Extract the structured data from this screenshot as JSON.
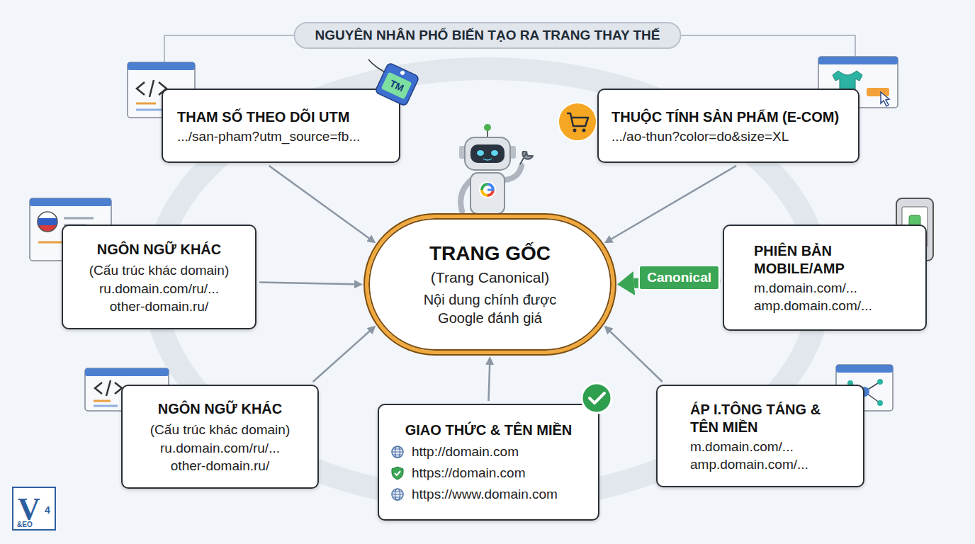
{
  "diagram": {
    "title": "NGUYÊN NHÂN PHỔ BIẾN TẠO RA TRANG THAY THẾ",
    "nodes": [
      {
        "text": [
          "THAM SỐ THEO DÕI UTM",
          ".../san-pham?utm_source=fb..."
        ]
      },
      {
        "text": [
          "THUỘC TÍNH SẢN PHẨM (E-COM)",
          ".../ao-thun?color=do&size=XL"
        ]
      },
      {
        "text": [
          "NGÔN NGỮ KHÁC",
          "(Cấu trúc khác domain)",
          "ru.domain.com/ru/...",
          "other-domain.ru/"
        ]
      },
      {
        "text": [
          "TRANG GỐC",
          "(Trang Canonical)",
          "Nội dung chính được Google đánh giá"
        ]
      },
      {
        "text": [
          "PHIÊN BẢN MOBILE/AMP",
          "m.domain.com/...",
          "amp.domain.com/..."
        ]
      },
      {
        "text": [
          "NGÔN NGỮ KHÁC",
          "(Cấu trúc khác domain)",
          "ru.domain.com/ru/...",
          "other-domain.ru/"
        ]
      },
      {
        "text": [
          "GIAO THỨC & TÊN MIỀN",
          "http://domain.com",
          "https://domain.com",
          "https://www.domain.com"
        ]
      },
      {
        "text": [
          "ÁP I.TÔNG TÁNG & TÊN MIỀN",
          "m.domain.com/...",
          "amp.domain.com/..."
        ]
      }
    ],
    "edges": [
      {
        "from": 0,
        "to": 3,
        "arrow": "to"
      },
      {
        "from": 1,
        "to": 3,
        "arrow": "to"
      },
      {
        "from": 2,
        "to": 3,
        "arrow": "to"
      },
      {
        "from": 4,
        "to": 3,
        "label": "Canonical",
        "arrow": "to"
      },
      {
        "from": 5,
        "to": 3,
        "arrow": "to"
      },
      {
        "from": 6,
        "to": 3,
        "arrow": "to"
      },
      {
        "from": 7,
        "to": 3,
        "arrow": "to"
      }
    ],
    "labels": [
      "TM",
      "V",
      "4",
      "&EO"
    ]
  }
}
